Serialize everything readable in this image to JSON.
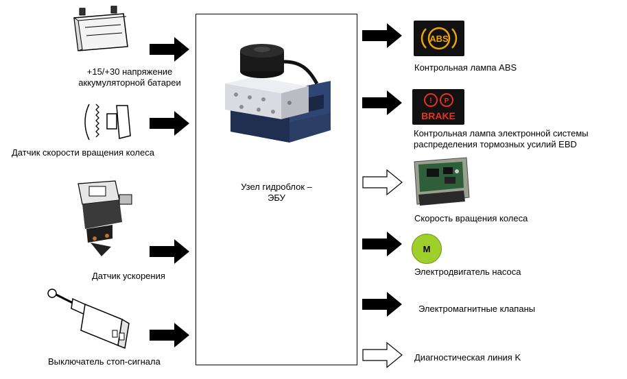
{
  "center": {
    "label_line1": "Узел гидроблок –",
    "label_line2": "ЭБУ"
  },
  "inputs": [
    {
      "line1": "+15/+30 напряжение",
      "line2": "аккумуляторной батареи",
      "icon": "battery-icon"
    },
    {
      "line1": "Датчик скорости вращения колеса",
      "icon": "wheel-speed-sensor-icon"
    },
    {
      "line1": "Датчик ускорения",
      "icon": "acceleration-sensor-icon"
    },
    {
      "line1": "Выключатель стоп-сигнала",
      "icon": "brake-light-switch-icon"
    }
  ],
  "outputs": [
    {
      "line1": "Контрольная лампа ABS",
      "icon": "abs-lamp-icon",
      "lamp_text": "ABS",
      "lamp_color": "#f0a400"
    },
    {
      "line1": "Контрольная лампа электронной системы",
      "line2": "распределения тормозных усилий EBD",
      "icon": "brake-lamp-icon",
      "lamp_text": "BRAKE",
      "lamp_color": "#e8321c"
    },
    {
      "line1": "Скорость вращения колеса",
      "icon": "control-unit-board-icon"
    },
    {
      "line1": "Электродвигатель насоса",
      "icon": "motor-icon",
      "motor_letter": "M",
      "motor_color": "#9fcf2a"
    },
    {
      "line1": "Электромагнитные клапаны"
    },
    {
      "line1": "Диагностическая линия K"
    }
  ]
}
